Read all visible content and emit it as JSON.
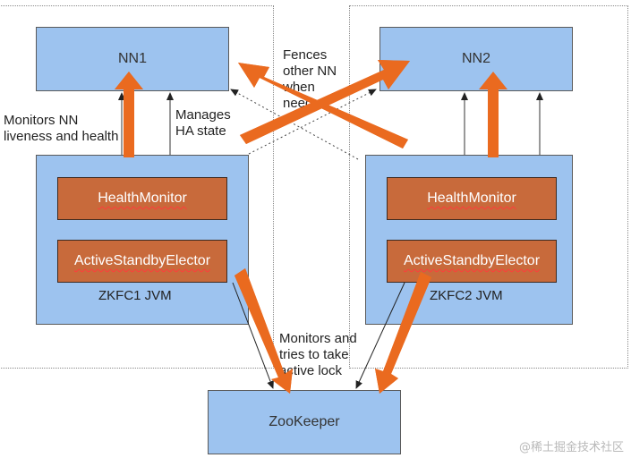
{
  "nodes": {
    "nn1": "NN1",
    "nn2": "NN2",
    "zookeeper": "ZooKeeper",
    "health_monitor_left": "HealthMonitor",
    "health_monitor_right": "HealthMonitor",
    "elector_left": "ActiveStandbyElector",
    "elector_right": "ActiveStandbyElector",
    "jvm_left": "ZKFC1 JVM",
    "jvm_right": "ZKFC2 JVM"
  },
  "annotations": {
    "monitors_nn": [
      "Monitors NN",
      "liveness and health"
    ],
    "manages_ha": [
      "Manages",
      "HA state"
    ],
    "fences": [
      "Fences",
      "other NN",
      "when",
      "needed"
    ],
    "monitors_zk": [
      "Monitors and",
      "tries to take",
      "active lock"
    ]
  },
  "watermark": "@稀土掘金技术社区",
  "colors": {
    "box_fill": "#9dc3ef",
    "component_fill": "#c86a3b",
    "arrow_orange": "#ea6a1f"
  }
}
